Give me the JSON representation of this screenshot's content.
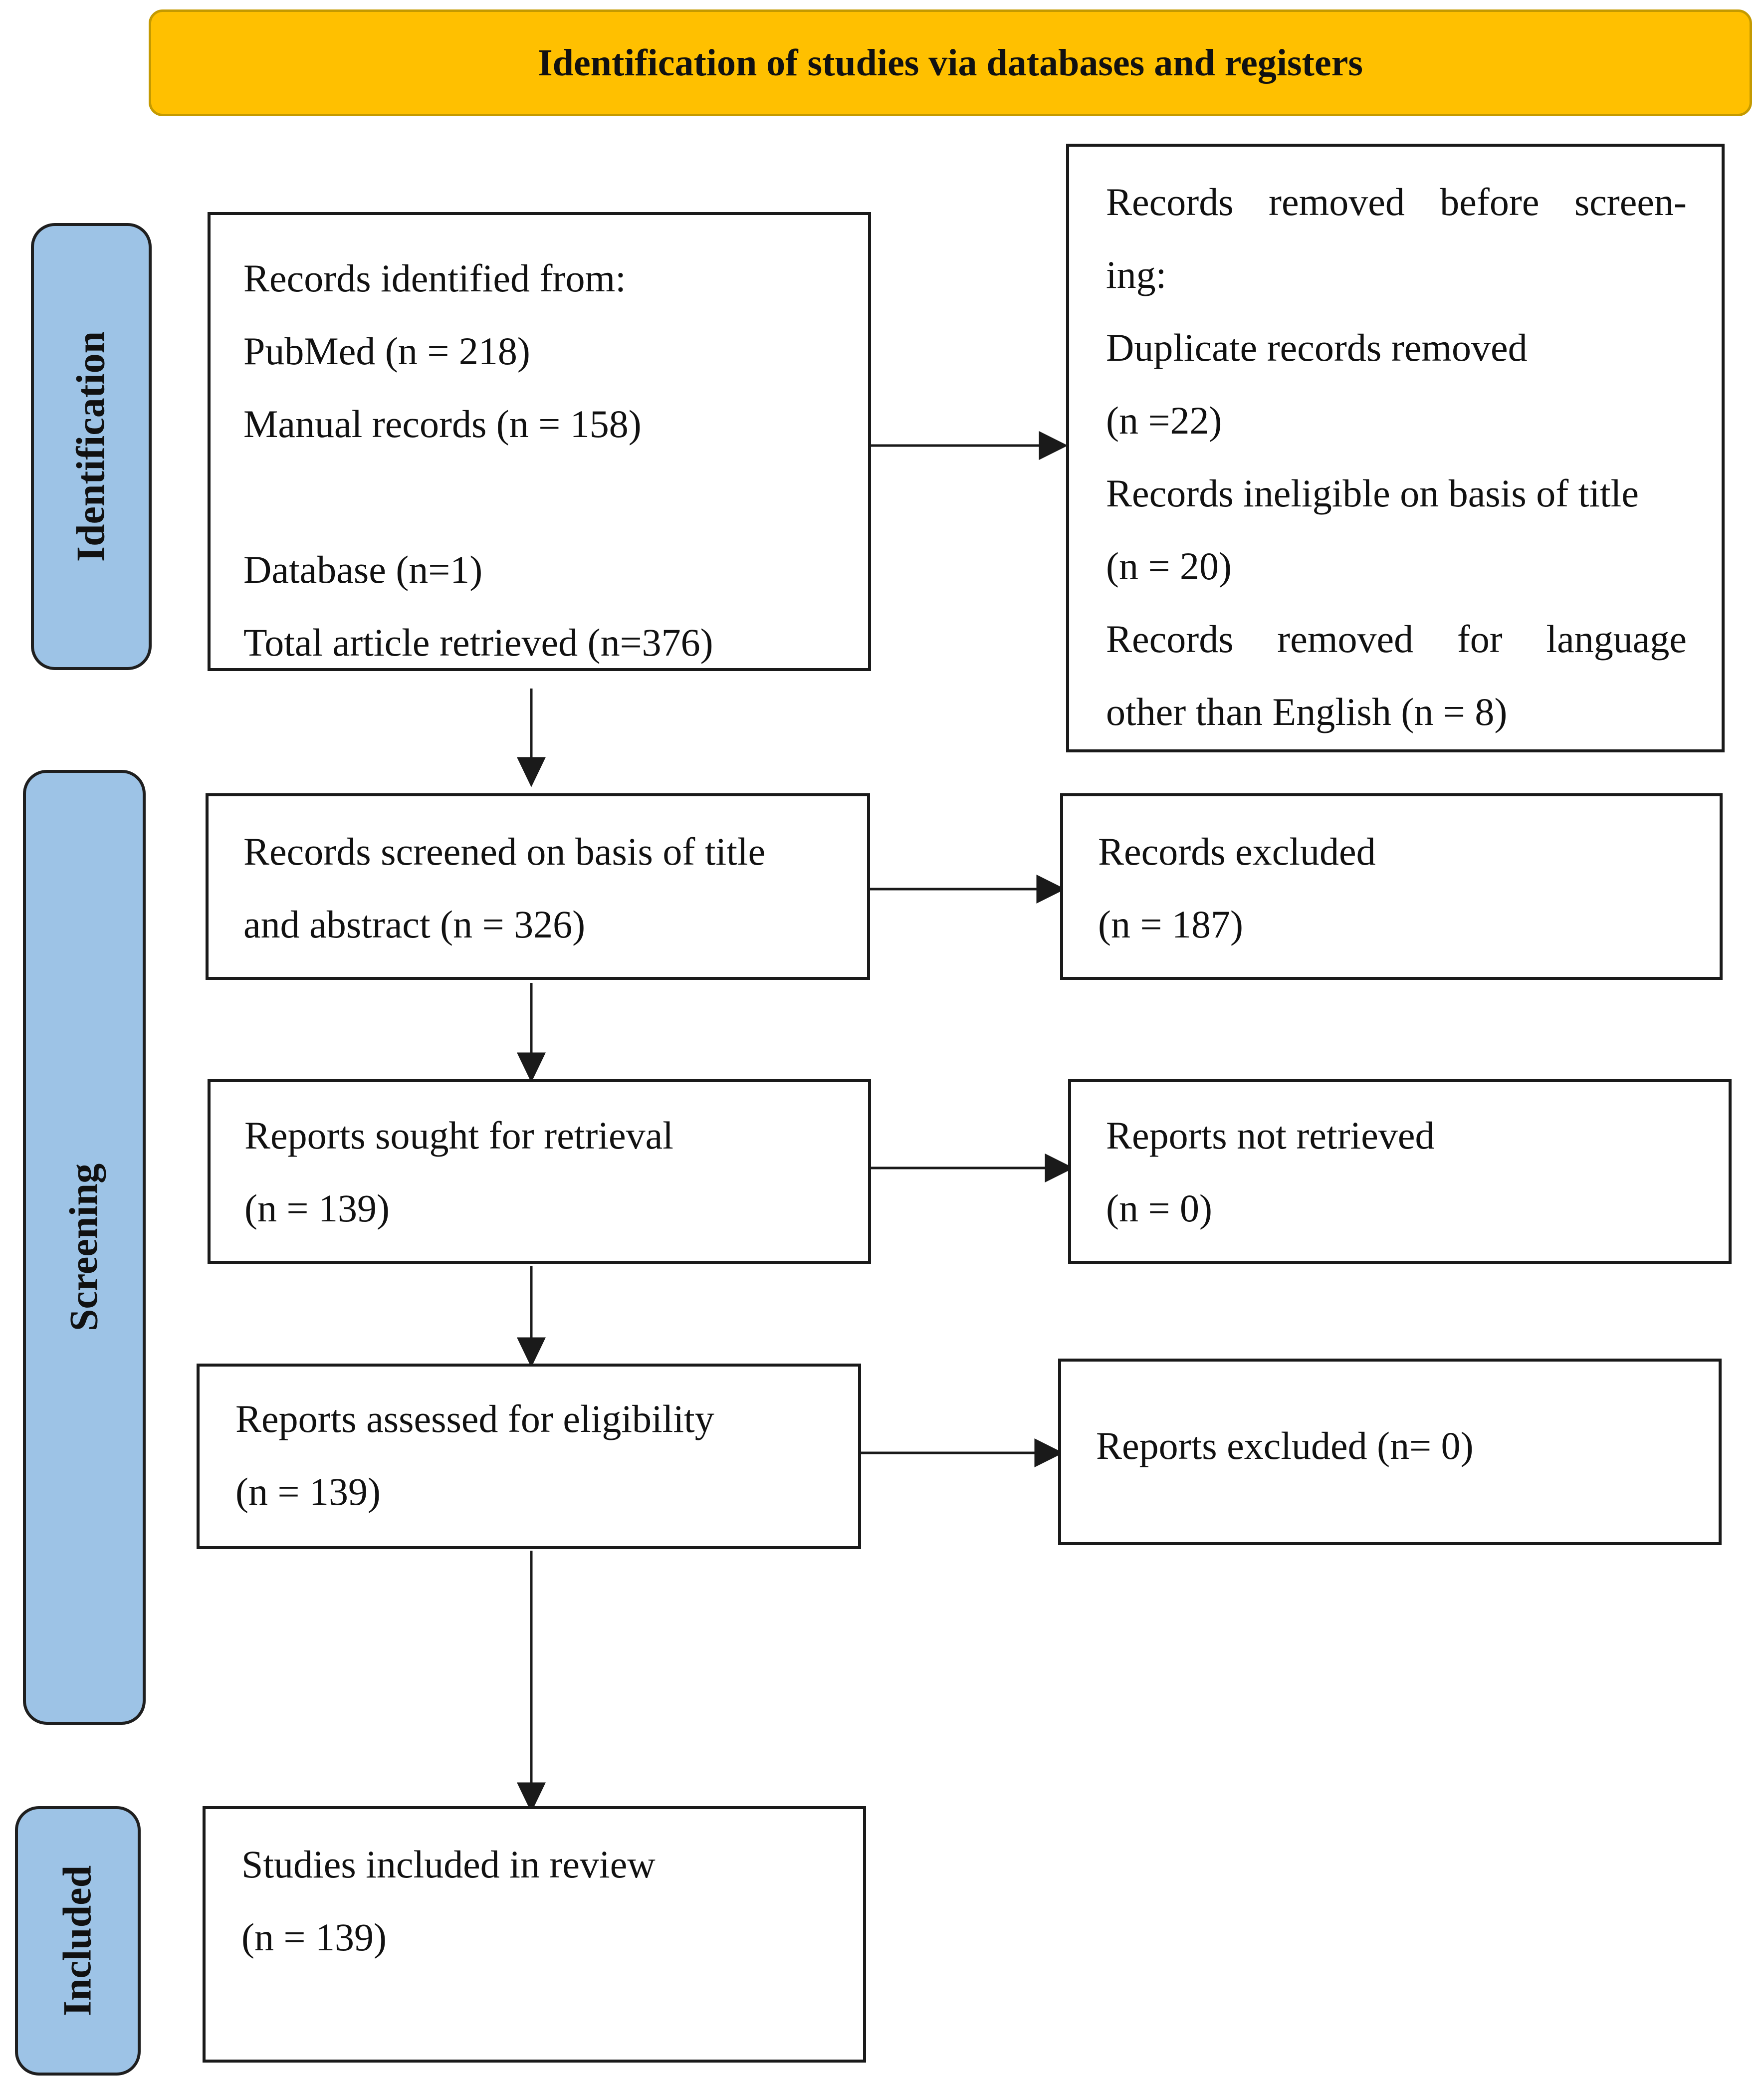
{
  "header": {
    "title": "Identification of studies via databases and registers"
  },
  "phases": {
    "identification": "Identification",
    "screening": "Screening",
    "included": "Included"
  },
  "boxes": {
    "records_identified": {
      "lines": [
        "Records identified from:",
        "PubMed (n = 218)",
        "Manual records (n = 158)",
        "",
        "Database (n=1)",
        "Total article retrieved (n=376)"
      ]
    },
    "records_removed": {
      "lines": [
        "Records removed before screen-",
        "ing:",
        "Duplicate records removed",
        "(n =22)",
        "Records ineligible on basis of title",
        "(n = 20)",
        "Records removed for language",
        "other than English (n = 8)"
      ]
    },
    "records_screened": {
      "lines": [
        "Records screened on basis of title",
        "and abstract (n = 326)"
      ]
    },
    "records_excluded": {
      "lines": [
        "Records excluded",
        "(n = 187)"
      ]
    },
    "reports_sought": {
      "lines": [
        "Reports sought for retrieval",
        "(n = 139)"
      ]
    },
    "reports_not_retrieved": {
      "lines": [
        "Reports not retrieved",
        "(n = 0)"
      ]
    },
    "reports_assessed": {
      "lines": [
        "Reports assessed for eligibility",
        "(n = 139)"
      ]
    },
    "reports_excluded": {
      "lines": [
        "Reports excluded (n= 0)"
      ]
    },
    "studies_included": {
      "lines": [
        "Studies included in review",
        "(n = 139)"
      ]
    }
  },
  "colors": {
    "header_fill": "#FFC000",
    "phase_fill": "#9DC3E6",
    "line": "#1a1a1a"
  }
}
